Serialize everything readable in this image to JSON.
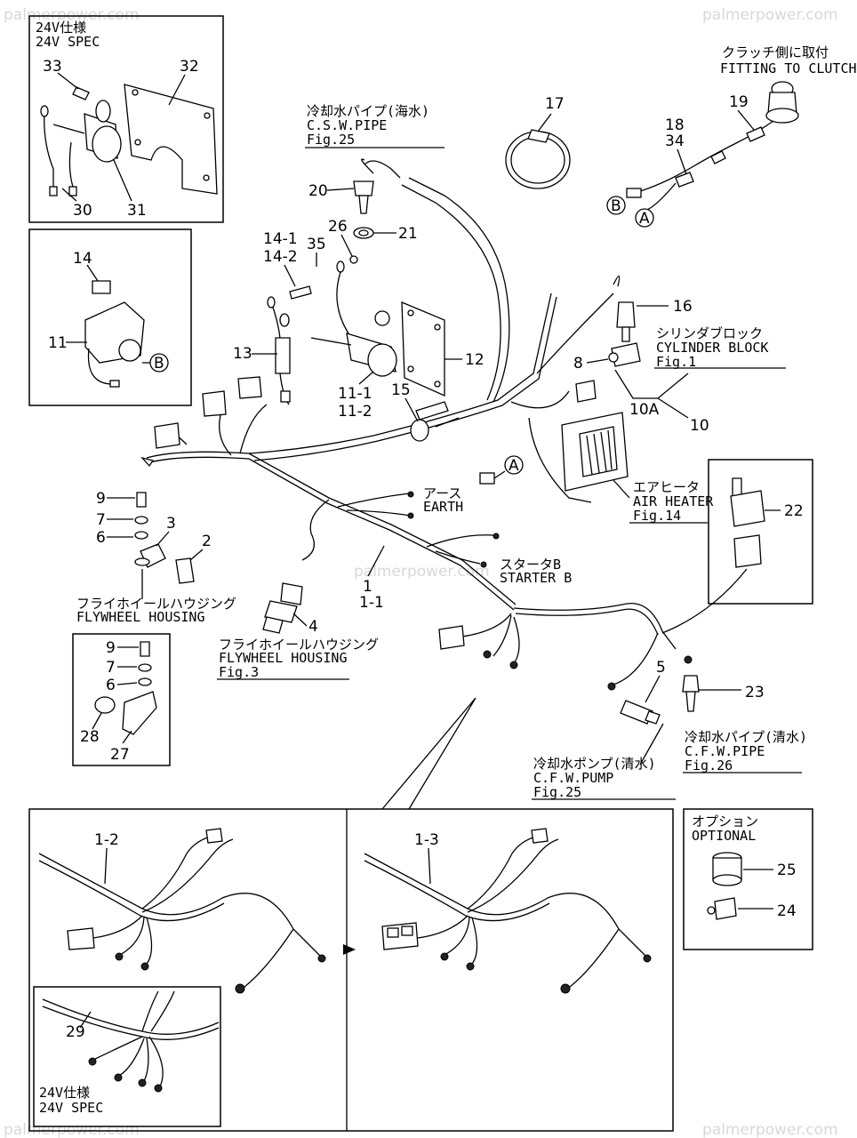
{
  "watermark": {
    "top_left": "palmerpower.com",
    "top_right": "palmerpower.com",
    "center": "palmerpower.com",
    "bottom_left": "palmerpower.com",
    "bottom_right": "palmerpower.com"
  },
  "spec24v": {
    "jp": "24V仕様",
    "en": "24V SPEC"
  },
  "clutch": {
    "jp": "クラッチ側に取付",
    "en": "FITTING TO CLUTCH"
  },
  "csw_pipe": {
    "jp": "冷却水パイプ(海水)",
    "en": "C.S.W.PIPE",
    "fig": "Fig.25"
  },
  "cylinder_block": {
    "jp": "シリンダブロック",
    "en": "CYLINDER BLOCK",
    "fig": "Fig.1"
  },
  "earth": {
    "jp": "アース",
    "en": "EARTH"
  },
  "air_heater": {
    "jp": "エアヒータ",
    "en": "AIR HEATER",
    "fig": "Fig.14"
  },
  "starter_b": {
    "jp": "スタータB",
    "en": "STARTER B"
  },
  "flywheel_housing": {
    "jp": "フライホイールハウジング",
    "en": "FLYWHEEL HOUSING"
  },
  "flywheel_housing_fig": {
    "jp": "フライホイールハウジング",
    "en": "FLYWHEEL HOUSING",
    "fig": "Fig.3"
  },
  "cfw_pipe": {
    "jp": "冷却水パイプ(清水)",
    "en": "C.F.W.PIPE",
    "fig": "Fig.26"
  },
  "cfw_pump": {
    "jp": "冷却水ポンプ(清水)",
    "en": "C.F.W.PUMP",
    "fig": "Fig.25"
  },
  "optional": {
    "jp": "オプション",
    "en": "OPTIONAL"
  },
  "spec24v_bottom": {
    "jp": "24V仕様",
    "en": "24V SPEC"
  },
  "callouts": {
    "p33": "33",
    "p32": "32",
    "p30": "30",
    "p31": "31",
    "p14": "14",
    "p11": "11",
    "p14_1": "14-1",
    "p14_2": "14-2",
    "p35": "35",
    "p26": "26",
    "p20": "20",
    "p21": "21",
    "p17": "17",
    "p18": "18",
    "p34": "34",
    "p19": "19",
    "p16": "16",
    "p8": "8",
    "p10A": "10A",
    "p10": "10",
    "p13": "13",
    "p12": "12",
    "p11_1": "11-1",
    "p11_2": "11-2",
    "p15": "15",
    "p22": "22",
    "p9a": "9",
    "p7a": "7",
    "p6a": "6",
    "p3": "3",
    "p2": "2",
    "p1": "1",
    "p1_1": "1-1",
    "p4": "4",
    "p9b": "9",
    "p7b": "7",
    "p6b": "6",
    "p28": "28",
    "p27": "27",
    "p5": "5",
    "p23": "23",
    "p1_2": "1-2",
    "p1_3": "1-3",
    "p29": "29",
    "p25": "25",
    "p24": "24"
  },
  "connector_marks": {
    "a1": "A",
    "b1": "B",
    "a2": "A",
    "b2": "B"
  }
}
